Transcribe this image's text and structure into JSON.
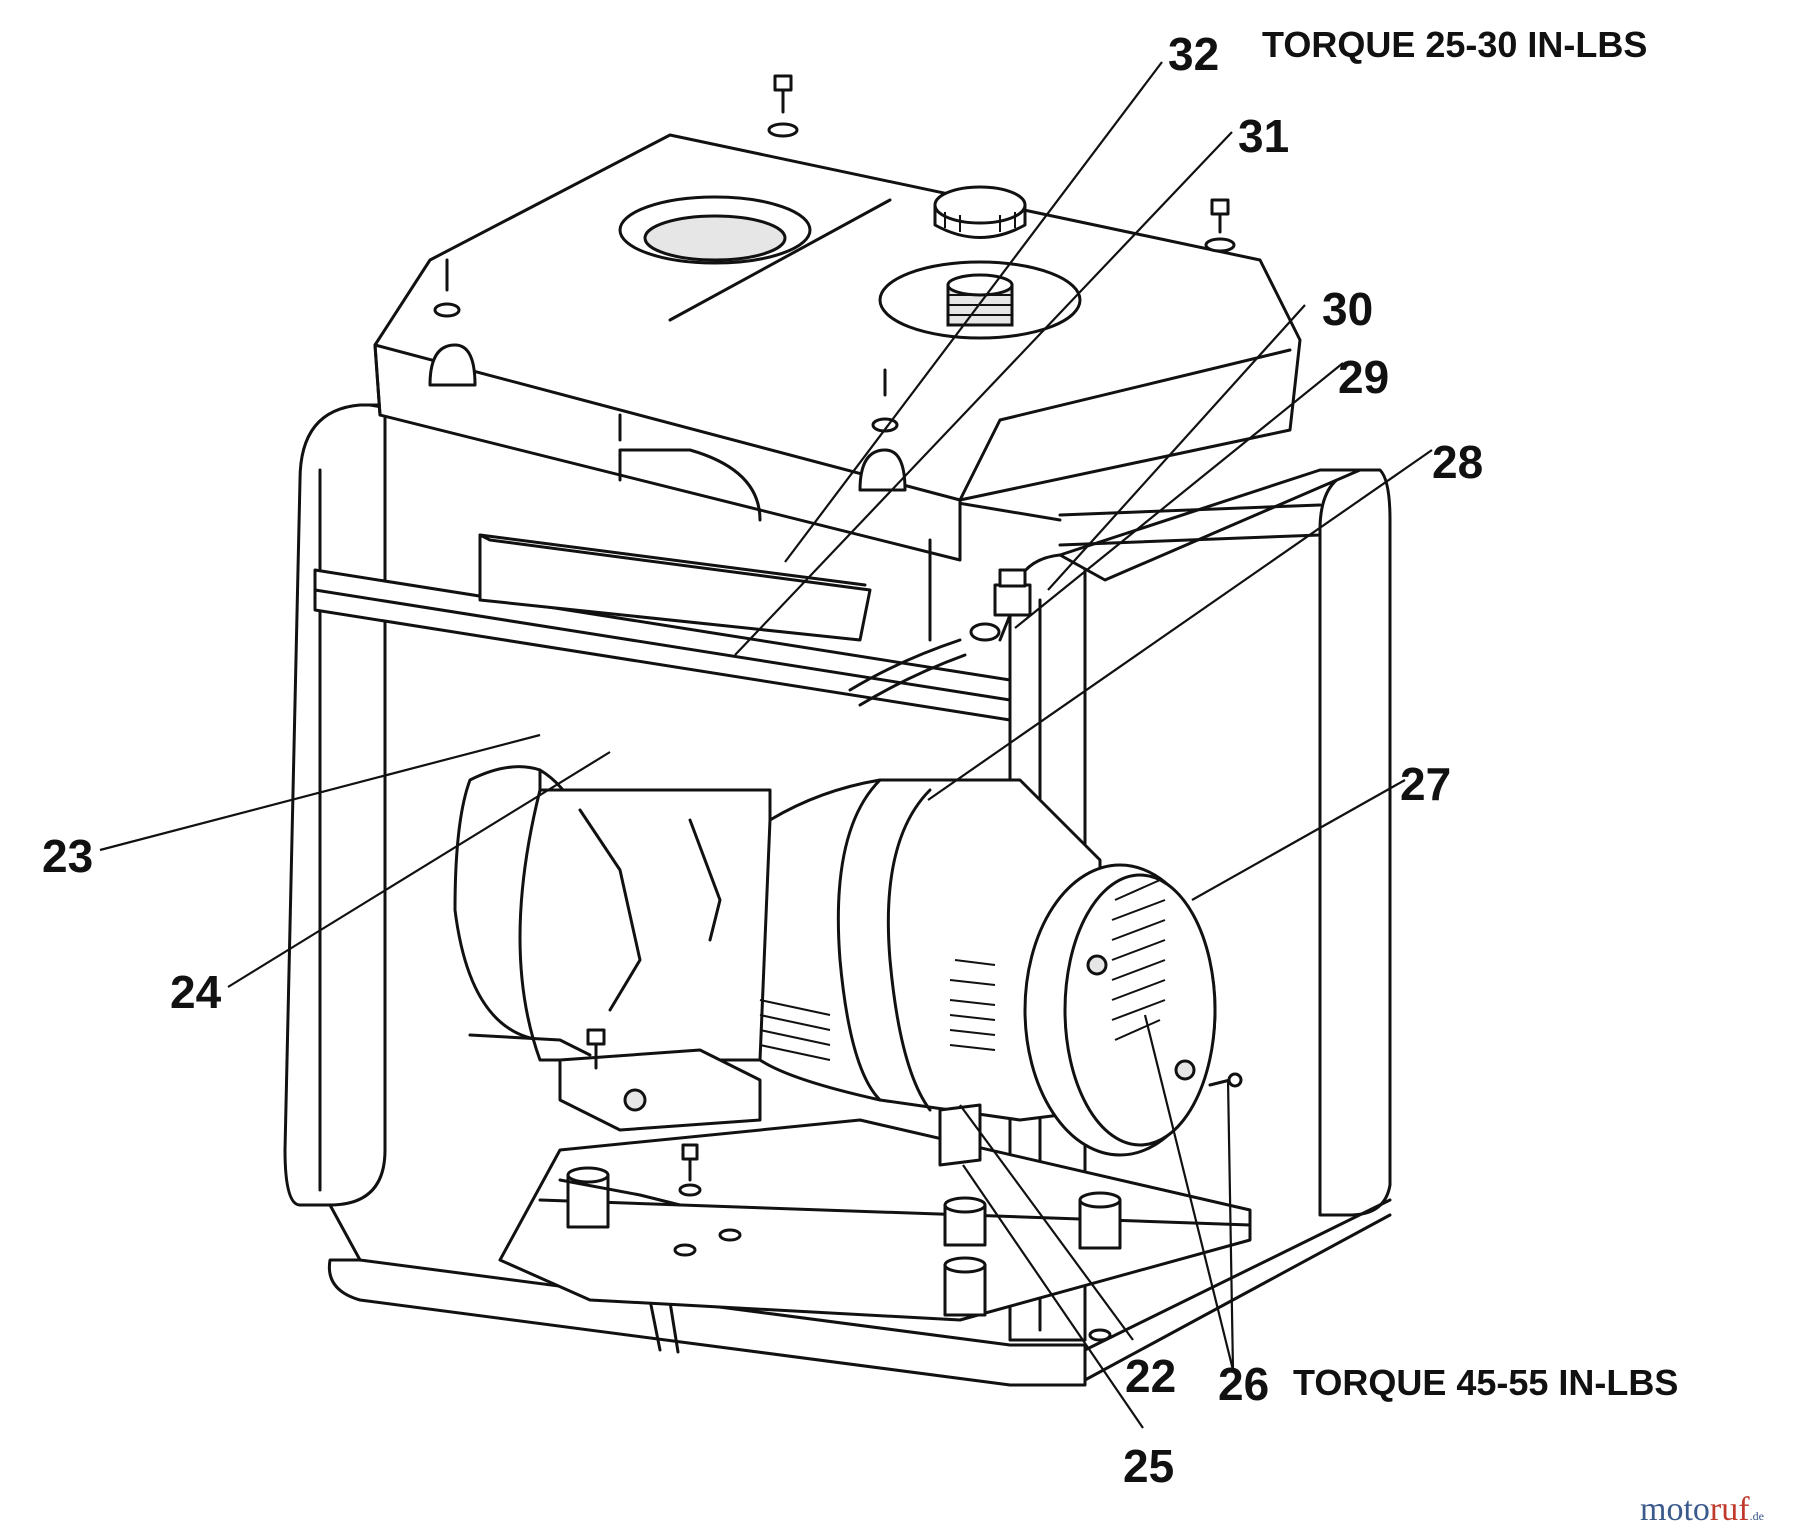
{
  "callouts": {
    "c22": "22",
    "c23": "23",
    "c24": "24",
    "c25": "25",
    "c26": "26",
    "c27": "27",
    "c28": "28",
    "c29": "29",
    "c30": "30",
    "c31": "31",
    "c32": "32"
  },
  "notes": {
    "torque_top": "TORQUE 25-30 IN-LBS",
    "torque_bottom": "TORQUE 45-55 IN-LBS"
  },
  "watermark": {
    "part1": "moto",
    "part2": "ruf",
    "part3": ".de"
  }
}
